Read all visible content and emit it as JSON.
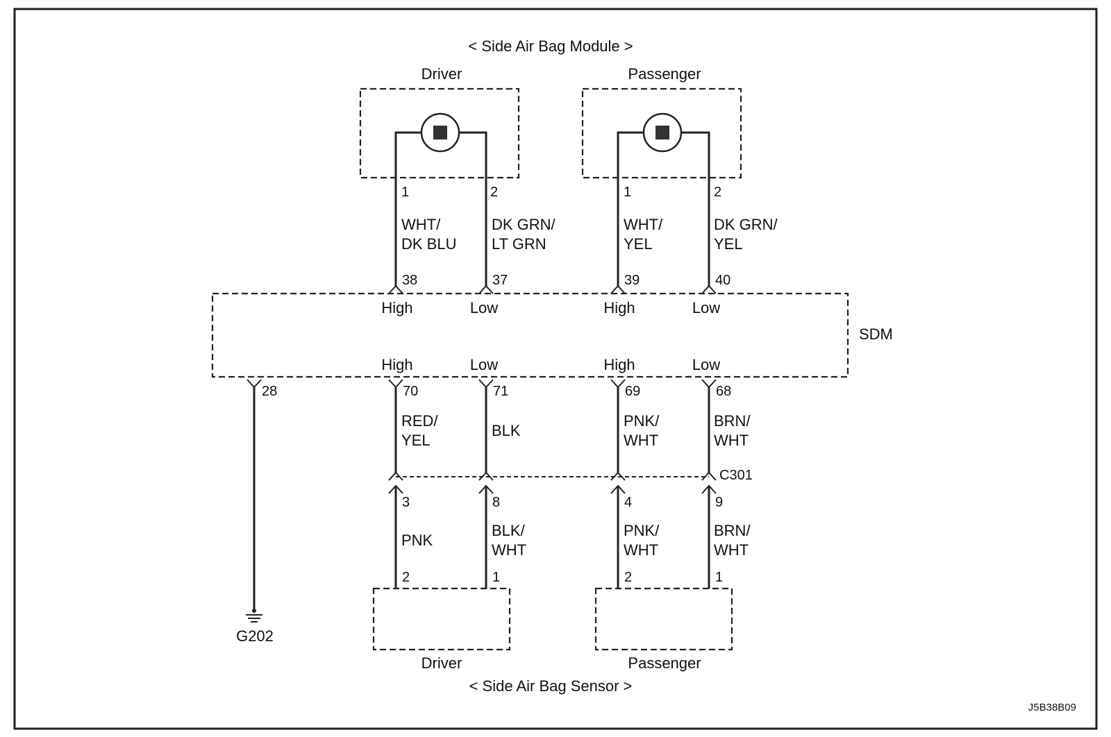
{
  "module": {
    "title": "< Side Air Bag Module >",
    "driver_label": "Driver",
    "passenger_label": "Passenger"
  },
  "module_wires": {
    "driver_pin1": "1",
    "driver_pin2": "2",
    "passenger_pin1": "1",
    "passenger_pin2": "2",
    "driver_high_color_1": "WHT/",
    "driver_high_color_2": "DK BLU",
    "driver_low_color_1": "DK GRN/",
    "driver_low_color_2": "LT GRN",
    "passenger_high_color_1": "WHT/",
    "passenger_high_color_2": "YEL",
    "passenger_low_color_1": "DK GRN/",
    "passenger_low_color_2": "YEL"
  },
  "sdm": {
    "label": "SDM",
    "top_pins": [
      "38",
      "37",
      "39",
      "40"
    ],
    "top_labels": [
      "High",
      "Low",
      "High",
      "Low"
    ],
    "bottom_pins": [
      "28",
      "70",
      "71",
      "69",
      "68"
    ],
    "bottom_labels": [
      "High",
      "Low",
      "High",
      "Low"
    ]
  },
  "harness": {
    "wire_70_1": "RED/",
    "wire_70_2": "YEL",
    "wire_71": "BLK",
    "wire_69_1": "PNK/",
    "wire_69_2": "WHT",
    "wire_68_1": "BRN/",
    "wire_68_2": "WHT",
    "connector": "C301",
    "lower_pins": [
      "3",
      "8",
      "4",
      "9"
    ],
    "lower_wire_3": "PNK",
    "lower_wire_8_1": "BLK/",
    "lower_wire_8_2": "WHT",
    "lower_wire_4_1": "PNK/",
    "lower_wire_4_2": "WHT",
    "lower_wire_9_1": "BRN/",
    "lower_wire_9_2": "WHT"
  },
  "sensor": {
    "driver_pins": [
      "2",
      "1"
    ],
    "passenger_pins": [
      "2",
      "1"
    ],
    "driver_label": "Driver",
    "passenger_label": "Passenger",
    "title": "< Side Air Bag Sensor >"
  },
  "ground": {
    "label": "G202"
  },
  "figure_id": "J5B38B09"
}
